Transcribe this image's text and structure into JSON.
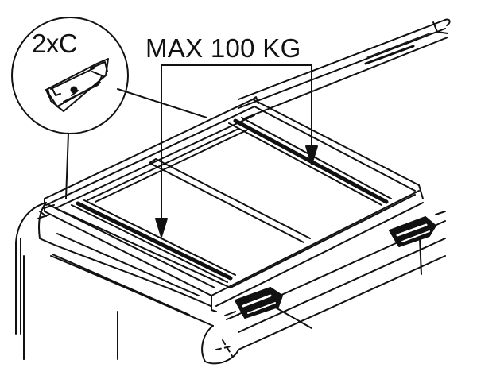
{
  "diagram": {
    "type": "technical-line-drawing",
    "subject": "roof rack frame mounted on vehicle roof rails",
    "colors": {
      "ink": "#111111",
      "background": "#ffffff"
    },
    "callout": {
      "label": "2xC",
      "shape": "circle",
      "content": "mounting clamp detail"
    },
    "load_limit": {
      "label": "MAX 100 KG",
      "arrows": 2,
      "arrow_targets": [
        "front crossbar",
        "rear crossbar"
      ]
    },
    "components": [
      {
        "name": "rack-frame",
        "description": "rectangular frame with 3 crossbars"
      },
      {
        "name": "roof-rail-left",
        "description": "longitudinal rail along roof edge"
      },
      {
        "name": "roof-rail-right",
        "description": "longitudinal rail extending to top right"
      },
      {
        "name": "clamp-front-right",
        "description": "mounting clamp on rail"
      },
      {
        "name": "clamp-rear-right",
        "description": "mounting clamp on rail"
      },
      {
        "name": "vehicle-roof",
        "description": "curved roof body outline"
      }
    ]
  }
}
